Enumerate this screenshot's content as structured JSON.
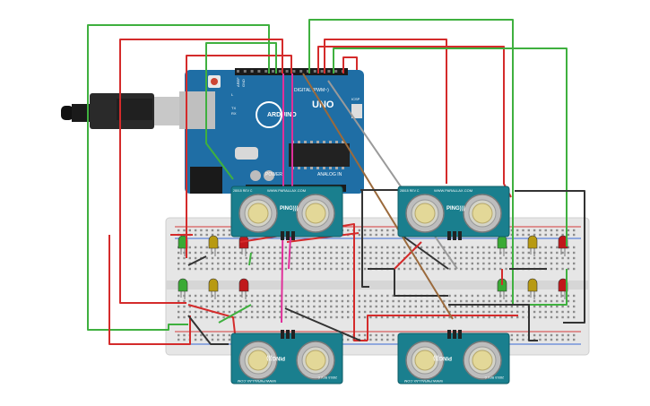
{
  "arduino": {
    "brand": "ARDUINO",
    "model": "UNO",
    "digital_label": "DIGITAL (PWM~)",
    "power_label": "POWER",
    "analog_label": "ANALOG IN",
    "icsp_label": "ICSP",
    "tx_label": "TX",
    "rx_label": "RX",
    "l_label": "L",
    "aref_label": "AREF",
    "gnd_label": "GND",
    "color_board": "#1f6ea5"
  },
  "sensors": [
    {
      "title": "PING)))",
      "site": "WWW.PARALLAX.COM",
      "rev": "28015 REV C",
      "flipped": false
    },
    {
      "title": "PING)))",
      "site": "WWW.PARALLAX.COM",
      "rev": "28015 REV C",
      "flipped": false
    },
    {
      "title": "PING)))",
      "site": "WWW.PARALLAX.COM",
      "rev": "28015 REV C",
      "flipped": true
    },
    {
      "title": "PING)))",
      "site": "WWW.PARALLAX.COM",
      "rev": "28015 REV C",
      "flipped": true
    }
  ],
  "leds": {
    "colors": [
      "green",
      "yellow",
      "red"
    ],
    "hex": {
      "green": "#3aaa35",
      "yellow": "#b89a12",
      "red": "#c0181b"
    }
  },
  "wire_colors": {
    "red": "#d42b2b",
    "green": "#3fb03f",
    "black": "#333333",
    "pink": "#e0309a",
    "brown": "#9b6a3c",
    "grey": "#9a9a9a"
  }
}
